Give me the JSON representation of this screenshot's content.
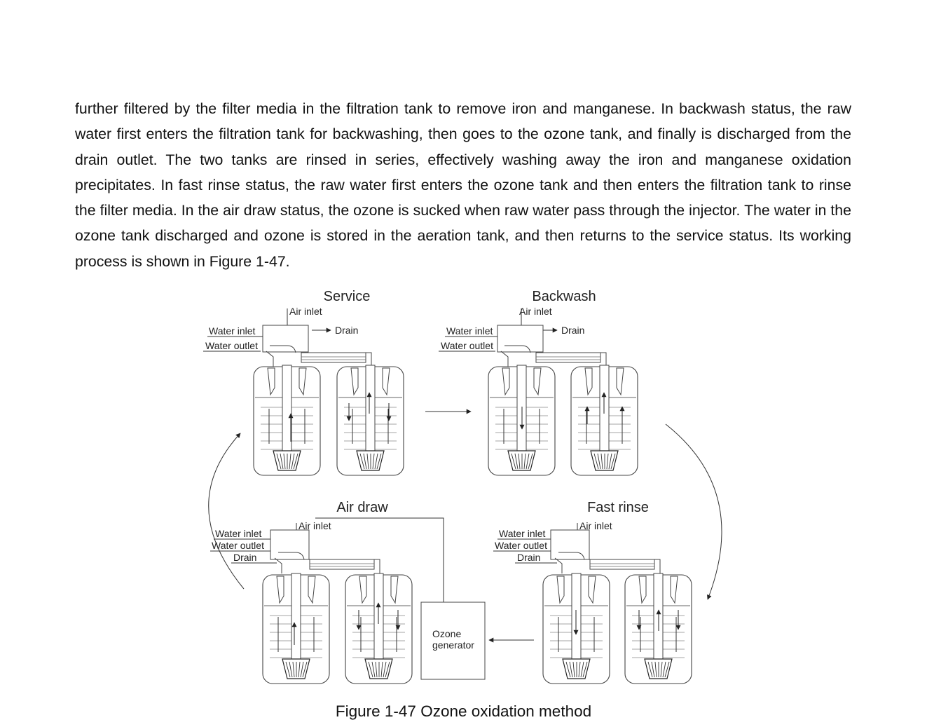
{
  "paragraph": "further filtered by the filter media in the filtration tank to remove iron and manganese. In backwash status, the raw water first enters the filtration tank for backwashing, then goes to the ozone tank, and finally is discharged from the drain outlet. The two tanks are rinsed in series, effectively washing away the iron and manganese oxidation precipitates. In fast rinse status, the raw water first enters the ozone tank and then enters the filtration tank to rinse the filter media. In the air draw status, the ozone is sucked when raw water pass through the injector. The water in the ozone tank discharged and ozone is stored in the aeration tank, and then returns to the service status. Its working process is shown in Figure 1-47.",
  "figure": {
    "caption": "Figure 1-47 Ozone oxidation method",
    "panels": {
      "service": {
        "title": "Service",
        "air_inlet": "Air inlet",
        "water_inlet": "Water inlet",
        "water_outlet": "Water outlet",
        "drain": "Drain"
      },
      "backwash": {
        "title": "Backwash",
        "air_inlet": "Air inlet",
        "water_inlet": "Water inlet",
        "water_outlet": "Water outlet",
        "drain": "Drain"
      },
      "air_draw": {
        "title": "Air draw",
        "air_inlet": "Air inlet",
        "water_inlet": "Water inlet",
        "water_outlet": "Water outlet",
        "drain": "Drain"
      },
      "fast_rinse": {
        "title": "Fast rinse",
        "air_inlet": "Air inlet",
        "water_inlet": "Water inlet",
        "water_outlet": "Water outlet",
        "drain": "Drain"
      }
    },
    "ozone_generator": {
      "line1": "Ozone",
      "line2": "generator"
    }
  }
}
